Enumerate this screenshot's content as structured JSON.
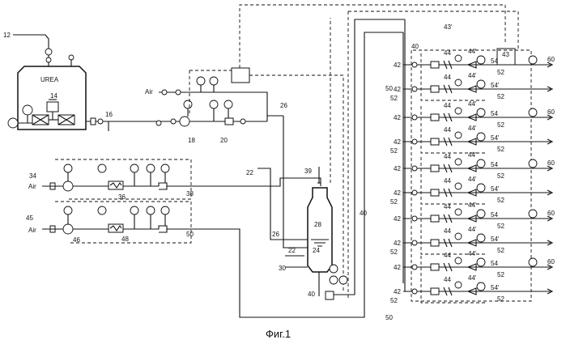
{
  "figure": {
    "caption": "Фиг.1",
    "tank_label": "UREA",
    "air_label": "Air"
  },
  "labels": {
    "n12": "12",
    "n14": "14",
    "n16": "16",
    "n18": "18",
    "n20": "20",
    "n22": "22",
    "n24": "24",
    "n26": "26",
    "n28": "28",
    "n30": "30",
    "n34": "34",
    "n36": "36",
    "n38": "38",
    "n39": "39",
    "n40": "40",
    "n42": "42",
    "n43": "43",
    "n43p": "43'",
    "n44": "44",
    "n44p": "44'",
    "n45": "45",
    "n46": "46",
    "n48": "48",
    "n50": "50",
    "n52": "52",
    "n54": "54",
    "n54p": "54'",
    "n60": "60"
  }
}
